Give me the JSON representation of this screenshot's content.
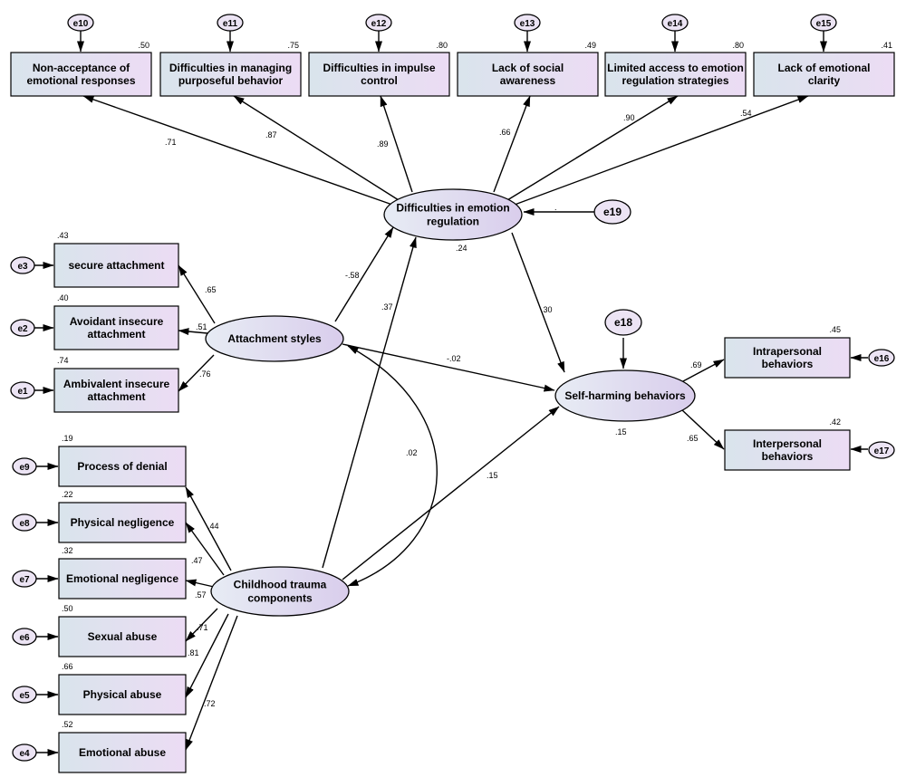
{
  "observed": {
    "e10": {
      "label": "Non-acceptance of\nemotional responses",
      "r2": ".50"
    },
    "e11": {
      "label": "Difficulties in managing\npurposeful behavior",
      "r2": ".75"
    },
    "e12": {
      "label": "Difficulties in impulse\ncontrol",
      "r2": ".80"
    },
    "e13": {
      "label": "Lack of social\nawareness",
      "r2": ".49"
    },
    "e14": {
      "label": "Limited access to emotion\nregulation strategies",
      "r2": ".80"
    },
    "e15": {
      "label": "Lack of emotional\nclarity",
      "r2": ".41"
    },
    "e3": {
      "label": "secure attachment",
      "r2": ".43"
    },
    "e2": {
      "label": "Avoidant insecure\nattachment",
      "r2": ".40"
    },
    "e1": {
      "label": "Ambivalent insecure\nattachment",
      "r2": ".74"
    },
    "e9": {
      "label": "Process of denial",
      "r2": ".19"
    },
    "e8": {
      "label": "Physical negligence",
      "r2": ".22"
    },
    "e7": {
      "label": "Emotional negligence",
      "r2": ".32"
    },
    "e6": {
      "label": "Sexual abuse",
      "r2": ".50"
    },
    "e5": {
      "label": "Physical abuse",
      "r2": ".66"
    },
    "e4": {
      "label": "Emotional abuse",
      "r2": ".52"
    },
    "e16": {
      "label": "Intrapersonal\nbehaviors",
      "r2": ".45"
    },
    "e17": {
      "label": "Interpersonal\nbehaviors",
      "r2": ".42"
    }
  },
  "latent": {
    "der": {
      "label": "Difficulties in emotion\nregulation",
      "r2": ".24",
      "error": "e19",
      "error_note": "."
    },
    "att": {
      "label": "Attachment styles"
    },
    "shb": {
      "label": "Self-harming behaviors",
      "r2": ".15",
      "error": "e18"
    },
    "ctc": {
      "label": "Childhood trauma\ncomponents"
    }
  },
  "loadings": {
    "e10": ".71",
    "e11": ".87",
    "e12": ".89",
    "e13": ".66",
    "e14": ".90",
    "e15": ".54",
    "e3": ".65",
    "e2": ".51",
    "e1": ".76",
    "e9": ".44",
    "e8": ".47",
    "e7": ".57",
    "e6": ".71",
    "e5": ".81",
    "e4": ".72",
    "e16": ".69",
    "e17": ".65"
  },
  "structural": {
    "att_to_der": "-.58",
    "ctc_to_der": ".37",
    "der_to_shb": ".30",
    "att_to_shb": "-.02",
    "ctc_to_shb": ".15",
    "att_ctc_cov": ".02"
  },
  "colors": {
    "box_left": "#d9e4ec",
    "box_right": "#ecdcf4",
    "ellipse_left": "#e7ecf4",
    "ellipse_right": "#d9cdec",
    "error_fill": "#ece4f4"
  }
}
